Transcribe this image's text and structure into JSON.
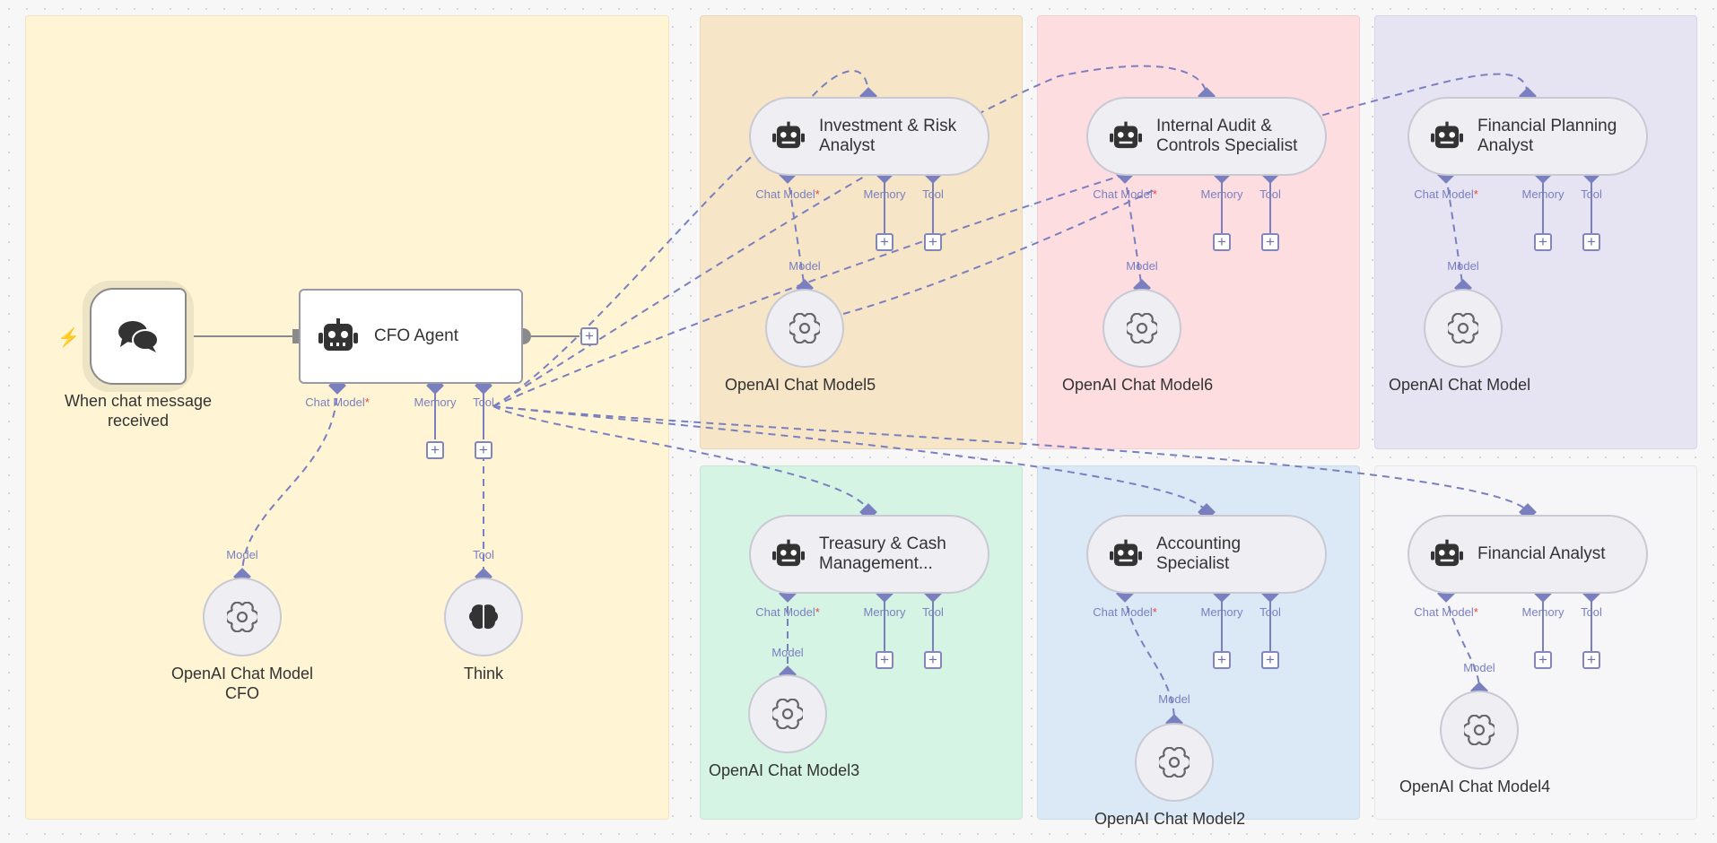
{
  "colors": {
    "sticky_yellow": "#fff4d3",
    "sticky_orange": "#f6e5c6",
    "sticky_pink": "#fddde0",
    "sticky_purple": "#e6e3f3",
    "sticky_green": "#d5f4e4",
    "sticky_blue": "#dbe8f6",
    "sticky_gray": "#f6f6f8",
    "connector": "#7a7fc0",
    "trigger_bolt": "#ef6d6d"
  },
  "ports": {
    "chat_model": "Chat Model",
    "required_mark": "*",
    "memory": "Memory",
    "tool": "Tool",
    "model": "Model",
    "add": "+"
  },
  "trigger": {
    "name": "When chat message received",
    "icon": "chat-bubbles-icon"
  },
  "cfo_agent": {
    "name": "CFO Agent",
    "icon": "robot-icon"
  },
  "cfo_model": {
    "name": "OpenAI Chat Model CFO",
    "icon": "openai-icon"
  },
  "think_tool": {
    "name": "Think",
    "icon": "brain-icon"
  },
  "agents": [
    {
      "name": "Investment & Risk Analyst",
      "model_name": "OpenAI Chat Model5"
    },
    {
      "name": "Internal Audit & Controls Specialist",
      "model_name": "OpenAI Chat Model6"
    },
    {
      "name": "Financial Planning Analyst",
      "model_name": "OpenAI Chat Model"
    },
    {
      "name": "Treasury & Cash Management...",
      "model_name": "OpenAI Chat Model3"
    },
    {
      "name": "Accounting Specialist",
      "model_name": "OpenAI Chat Model2"
    },
    {
      "name": "Financial Analyst",
      "model_name": "OpenAI Chat Model4"
    }
  ]
}
